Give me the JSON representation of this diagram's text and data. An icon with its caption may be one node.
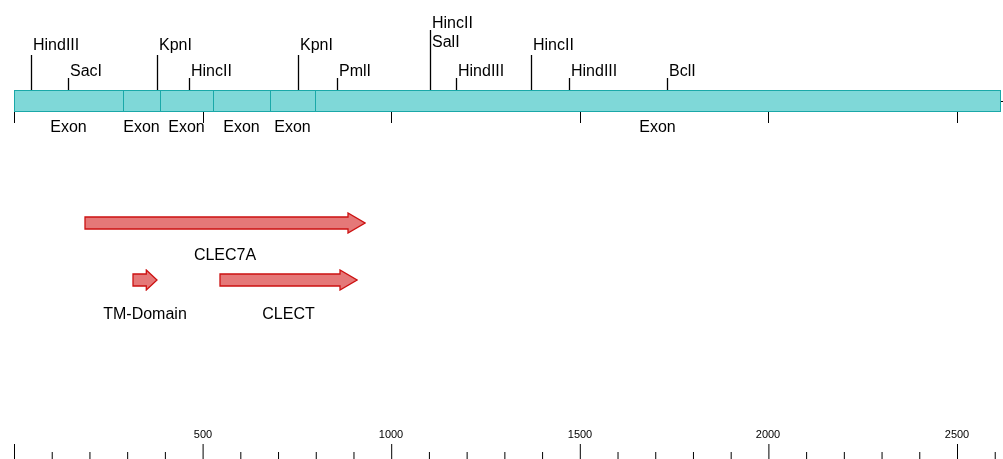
{
  "diagram": {
    "nodes": [
      {
        "text": [
          "Exon"
        ]
      },
      {
        "text": [
          "Exon"
        ]
      },
      {
        "text": [
          "Exon"
        ]
      },
      {
        "text": [
          "Exon"
        ]
      },
      {
        "text": [
          "Exon"
        ]
      },
      {
        "text": [
          "Exon"
        ]
      },
      {
        "text": [
          "CLEC7A"
        ]
      },
      {
        "text": [
          "TM-Domain"
        ]
      },
      {
        "text": [
          "CLECT"
        ]
      },
      {
        "text": [
          "HincII",
          "SalI"
        ]
      },
      {
        "text": [
          "HindIII"
        ]
      },
      {
        "text": [
          "KpnI"
        ]
      },
      {
        "text": [
          "KpnI"
        ]
      },
      {
        "text": [
          "HincII"
        ]
      },
      {
        "text": [
          "SacI"
        ]
      },
      {
        "text": [
          "HincII"
        ]
      },
      {
        "text": [
          "PmlI"
        ]
      },
      {
        "text": [
          "HindIII"
        ]
      },
      {
        "text": [
          "HindIII"
        ]
      },
      {
        "text": [
          "BclI"
        ]
      }
    ],
    "edges": [
      {
        "from": 9,
        "to": 5,
        "arrow": "none"
      },
      {
        "from": 10,
        "to": 0,
        "arrow": "none"
      },
      {
        "from": 11,
        "to": 1,
        "arrow": "none"
      },
      {
        "from": 12,
        "to": 4,
        "arrow": "none"
      },
      {
        "from": 13,
        "to": 5,
        "arrow": "none"
      },
      {
        "from": 14,
        "to": 0,
        "arrow": "none"
      },
      {
        "from": 15,
        "to": 2,
        "arrow": "none"
      },
      {
        "from": 16,
        "to": 5,
        "arrow": "none"
      },
      {
        "from": 17,
        "to": 5,
        "arrow": "none"
      },
      {
        "from": 18,
        "to": 5,
        "arrow": "none"
      },
      {
        "from": 19,
        "to": 5,
        "arrow": "none"
      }
    ],
    "labels": [
      "500",
      "1000",
      "1500",
      "2000",
      "2500"
    ]
  }
}
